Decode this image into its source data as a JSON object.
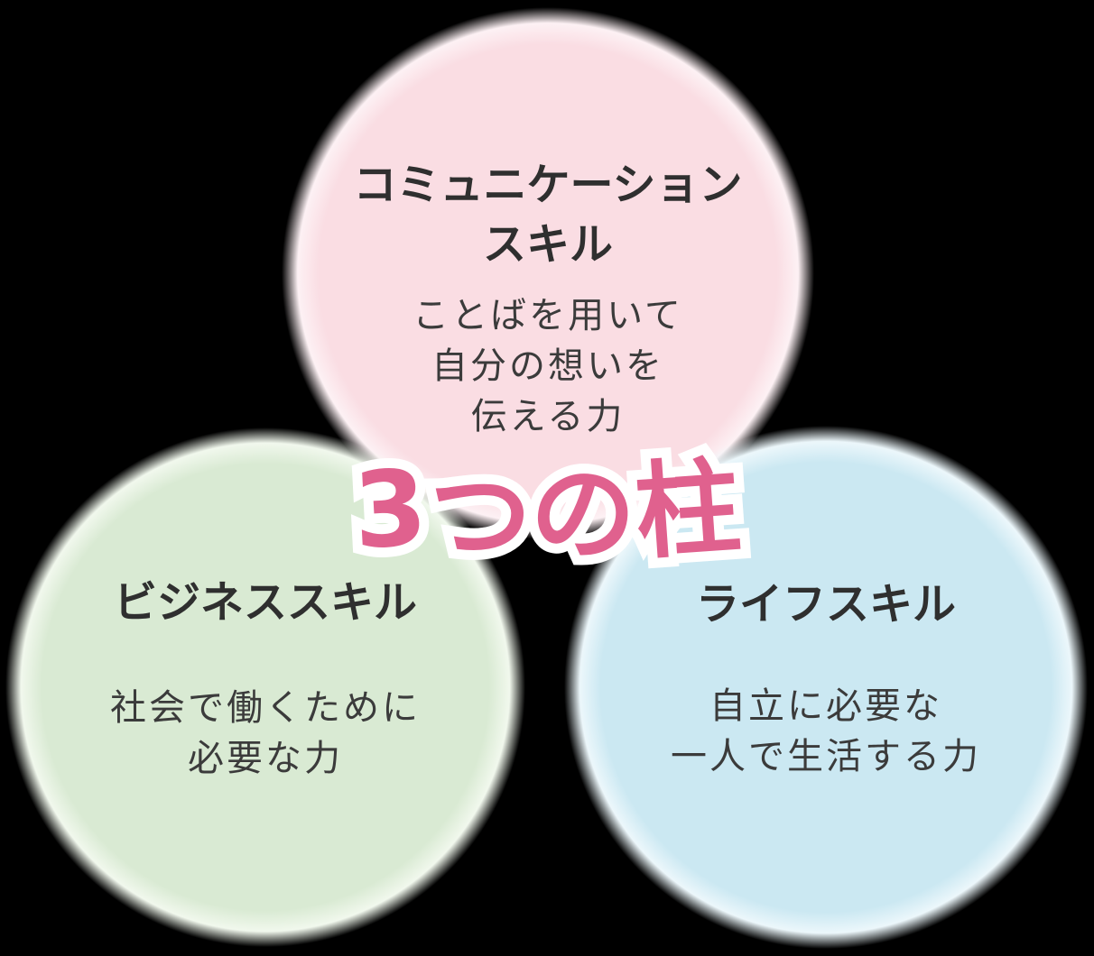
{
  "background_color": "#000000",
  "colors": {
    "title": "#2f2f2f",
    "body": "#3b3b3b",
    "accent_pink": "#e0618e",
    "outline_white": "#ffffff"
  },
  "center_title": {
    "text": "3つの柱",
    "color": "#e0618e",
    "outline_color": "#ffffff"
  },
  "circles": [
    {
      "name": "communication-skill",
      "fill": "#fadde3",
      "rim": "#fdf1f4",
      "title_lines": [
        "コミュニケーション",
        "スキル"
      ],
      "body_lines": [
        "ことばを用いて",
        "自分の想いを",
        "伝える力"
      ]
    },
    {
      "name": "business-skill",
      "fill": "#d9ead3",
      "rim": "#f1f8ed",
      "title_lines": [
        "ビジネススキル"
      ],
      "body_lines": [
        "社会で働くために",
        "必要な力"
      ]
    },
    {
      "name": "life-skill",
      "fill": "#cbe8f2",
      "rim": "#ecf7fb",
      "title_lines": [
        "ライフスキル"
      ],
      "body_lines": [
        "自立に必要な",
        "一人で生活する力"
      ]
    }
  ]
}
